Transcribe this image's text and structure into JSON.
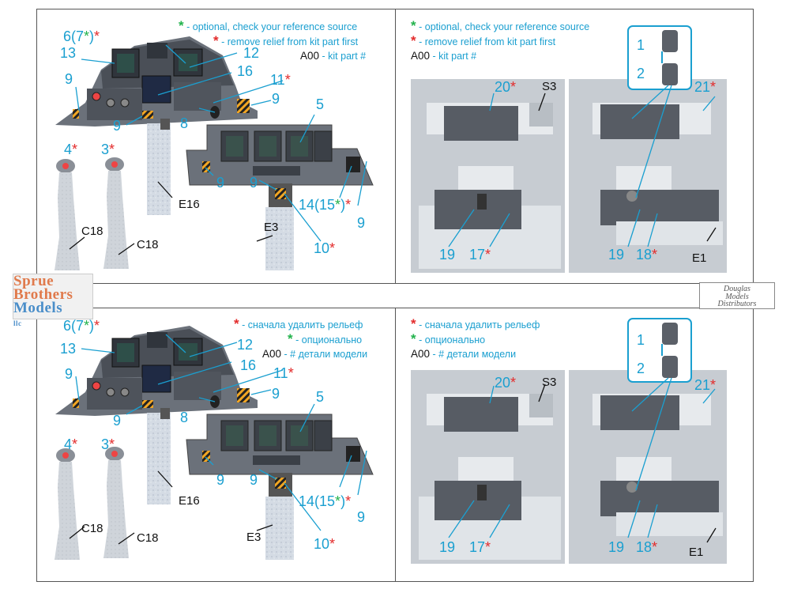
{
  "legend_en_left": {
    "optional": "- optional, check your reference source",
    "remove": "- remove relief from kit part first",
    "kitpart_code": "A00",
    "kitpart_text": "- kit part #"
  },
  "legend_en_right": {
    "optional": "- optional, check your reference source",
    "remove": "- remove relief from kit part first",
    "kitpart_code": "A00",
    "kitpart_text": "- kit part #"
  },
  "legend_ru_left": {
    "remove": "- сначала удалить рельеф",
    "optional": "- опционально",
    "kitpart_code": "A00",
    "kitpart_text": "- # детали модели"
  },
  "legend_ru_right": {
    "remove": "- сначала удалить рельеф",
    "optional": "- опционально",
    "kitpart_code": "A00",
    "kitpart_text": "- # детали модели"
  },
  "star": "*",
  "callouts": {
    "p6": "6(7",
    "p6_star": "*",
    "p6_close": ")",
    "p13": "13",
    "p12": "12",
    "p16": "16",
    "p11": "11",
    "p9": "9",
    "p8": "8",
    "p5": "5",
    "p4": "4",
    "p3": "3",
    "p14": "14(15",
    "p10": "10",
    "p20": "20",
    "p21": "21",
    "p1": "1",
    "p2": "2",
    "p19": "19",
    "p17": "17",
    "p18": "18"
  },
  "kit_parts": {
    "E16": "E16",
    "C18": "C18",
    "E3": "E3",
    "S3": "S3",
    "E1": "E1"
  },
  "logos": {
    "sbm_line1": "Sprue",
    "sbm_line2": "Brothers",
    "sbm_line3": "Models",
    "sbm_llc": "llc",
    "dmd_line1": "Douglas",
    "dmd_line2": "Models",
    "dmd_line3": "Distributors"
  },
  "colors": {
    "callout_blue": "#1a9fd0",
    "star_red": "#e32b2b",
    "star_green": "#22b24c",
    "panel_dark": "#4a4f57",
    "resin_white": "#dde3ea"
  }
}
